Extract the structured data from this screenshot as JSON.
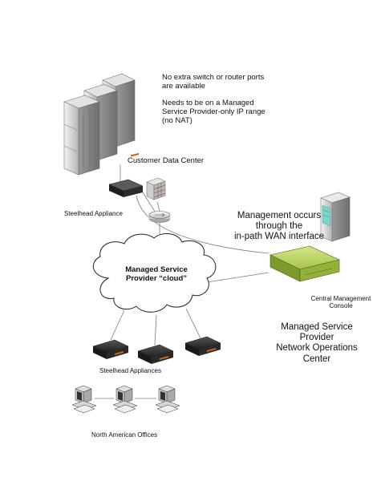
{
  "notes": {
    "line1": "No extra switch or router ports",
    "line2": "are available",
    "line3": "Needs to be on a Managed",
    "line4": "Service Provider-only IP range",
    "line5": "(no NAT)"
  },
  "customer_dc_label": "Customer Data Center",
  "steelhead_label": "Steelhead Appliance",
  "management": {
    "line1": "Management occurs",
    "line2": "through the",
    "line3": "in-path WAN interface"
  },
  "cloud": {
    "line1": "Managed Service",
    "line2": "Provider “cloud”"
  },
  "cmc": {
    "line1": "Central Management",
    "line2": "Console"
  },
  "noc": {
    "line1": "Managed Service",
    "line2": "Provider",
    "line3": "Network Operations",
    "line4": "Center"
  },
  "appliances_label": "Steelhead Appliances",
  "offices_label": "North American Offices",
  "colors": {
    "server_gray": "#c9c9c9",
    "cmc_green": "#a6c44a",
    "pc_cyan": "#7fd3c8",
    "appliance_dark": "#1e1e1e",
    "appliance_accent": "#c96a1a"
  }
}
